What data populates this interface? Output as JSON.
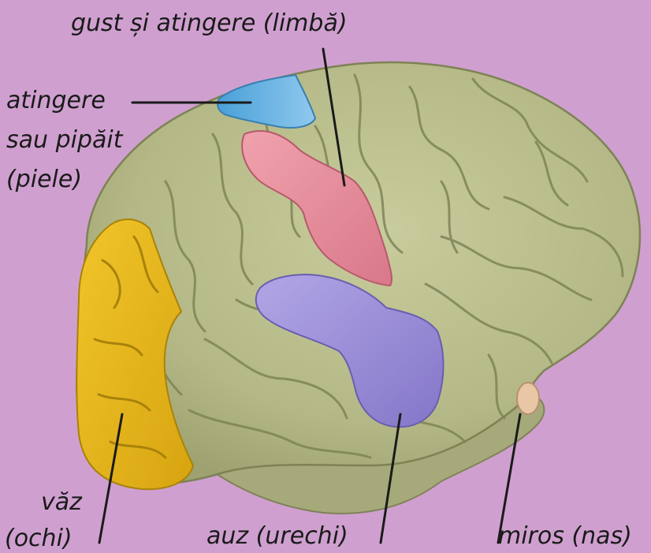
{
  "labels": {
    "taste": "gust și atingere (limbă)",
    "touch_line1": "atingere",
    "touch_line2": "sau pipăit",
    "touch_line3": "(piele)",
    "vision_line1": "văz",
    "vision_line2": "(ochi)",
    "hearing": "auz (urechi)",
    "smell": "miros (nas)"
  },
  "colors": {
    "background": "#cfa0cf",
    "brain": "#b9bd8c",
    "touch_area": "#6fb5e3",
    "taste_area": "#e58c9b",
    "hearing_area": "#9b8fd6",
    "vision_area": "#e8b91c",
    "smell_area": "#e9c7a6"
  }
}
